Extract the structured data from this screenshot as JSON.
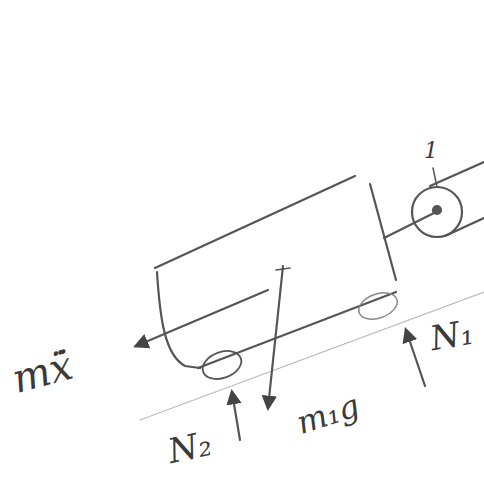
{
  "diagram": {
    "labels": [
      "mẋ̈",
      "N₁",
      "N₂",
      "m₁g",
      "1"
    ]
  }
}
